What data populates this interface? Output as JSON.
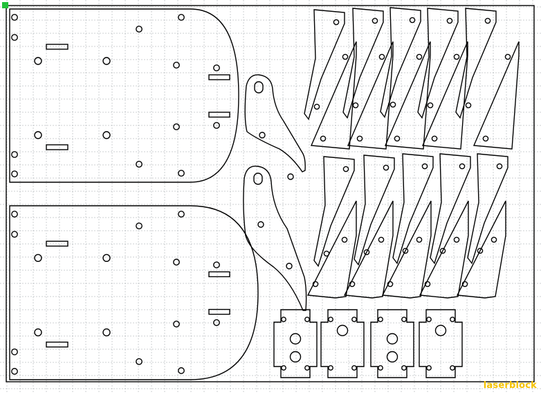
{
  "canvas": {
    "background": "#ffffff",
    "grid_color": "#9aa0a6",
    "cut_color": "#000000",
    "grid_style": "dashed",
    "grid_visible": true
  },
  "origin_marker": {
    "color": "#22c03a",
    "icon": "origin-square"
  },
  "watermark": {
    "text": "laserblock",
    "color": "#f5c100"
  },
  "parts": {
    "chassis_plates": 2,
    "curved_arms": 2,
    "blades": 20,
    "brackets": 4
  }
}
